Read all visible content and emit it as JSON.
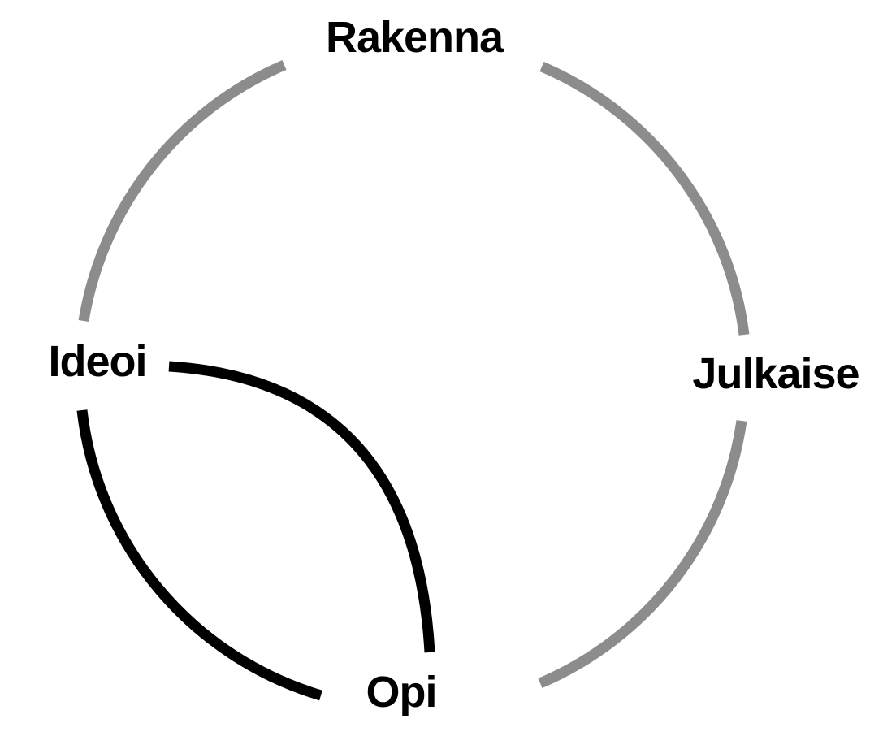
{
  "colors": {
    "background": "#ffffff",
    "cycle_ring": "#8c8c8c",
    "highlight_path": "#000000",
    "label_text": "#000000"
  },
  "nodes": {
    "rakenna": "Rakenna",
    "julkaise": "Julkaise",
    "ideoi": "Ideoi",
    "opi": "Opi"
  },
  "edges": [
    {
      "from": "rakenna",
      "to": "julkaise",
      "style": "gray-arc"
    },
    {
      "from": "julkaise",
      "to": "opi",
      "style": "gray-arc"
    },
    {
      "from": "ideoi",
      "to": "rakenna",
      "style": "gray-arc"
    },
    {
      "from": "opi",
      "to": "ideoi",
      "style": "black-arc"
    },
    {
      "from": "ideoi",
      "to": "opi",
      "style": "black-chord"
    }
  ]
}
